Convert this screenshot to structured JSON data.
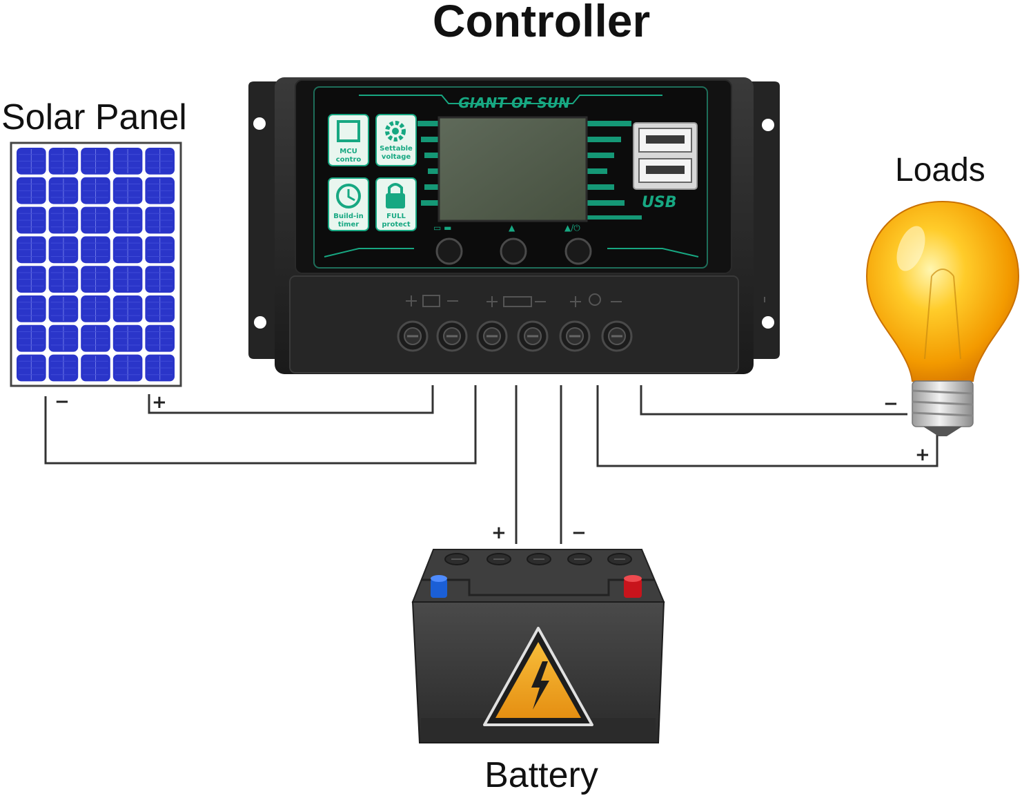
{
  "titles": {
    "controller": "Controller",
    "solar_panel": "Solar Panel",
    "loads": "Loads",
    "battery": "Battery"
  },
  "controller": {
    "brand": "GIANT OF SUN",
    "features": [
      {
        "icon": "chip-icon",
        "label": "MCU contro"
      },
      {
        "icon": "gear-icon",
        "label": "Settable voltage"
      },
      {
        "icon": "clock-icon",
        "label": "Build-in timer"
      },
      {
        "icon": "lock-icon",
        "label": "FULL protect"
      }
    ],
    "usb_label": "USB",
    "button_labels": [
      "▲",
      "▲/⏻"
    ],
    "terminal_groups": [
      "solar",
      "battery",
      "load"
    ]
  },
  "polarity": {
    "solar_minus": "−",
    "solar_plus": "+",
    "battery_plus": "+",
    "battery_minus": "−",
    "load_minus": "−",
    "load_plus": "+"
  },
  "colors": {
    "wire": "#333333",
    "accent_green": "#17a882",
    "panel_blue": "#2a35c9",
    "bulb_orange": "#f5a000",
    "warning_yellow": "#f2a51f",
    "battery_blue_terminal": "#1b5fd6",
    "battery_red_terminal": "#c8141c"
  }
}
